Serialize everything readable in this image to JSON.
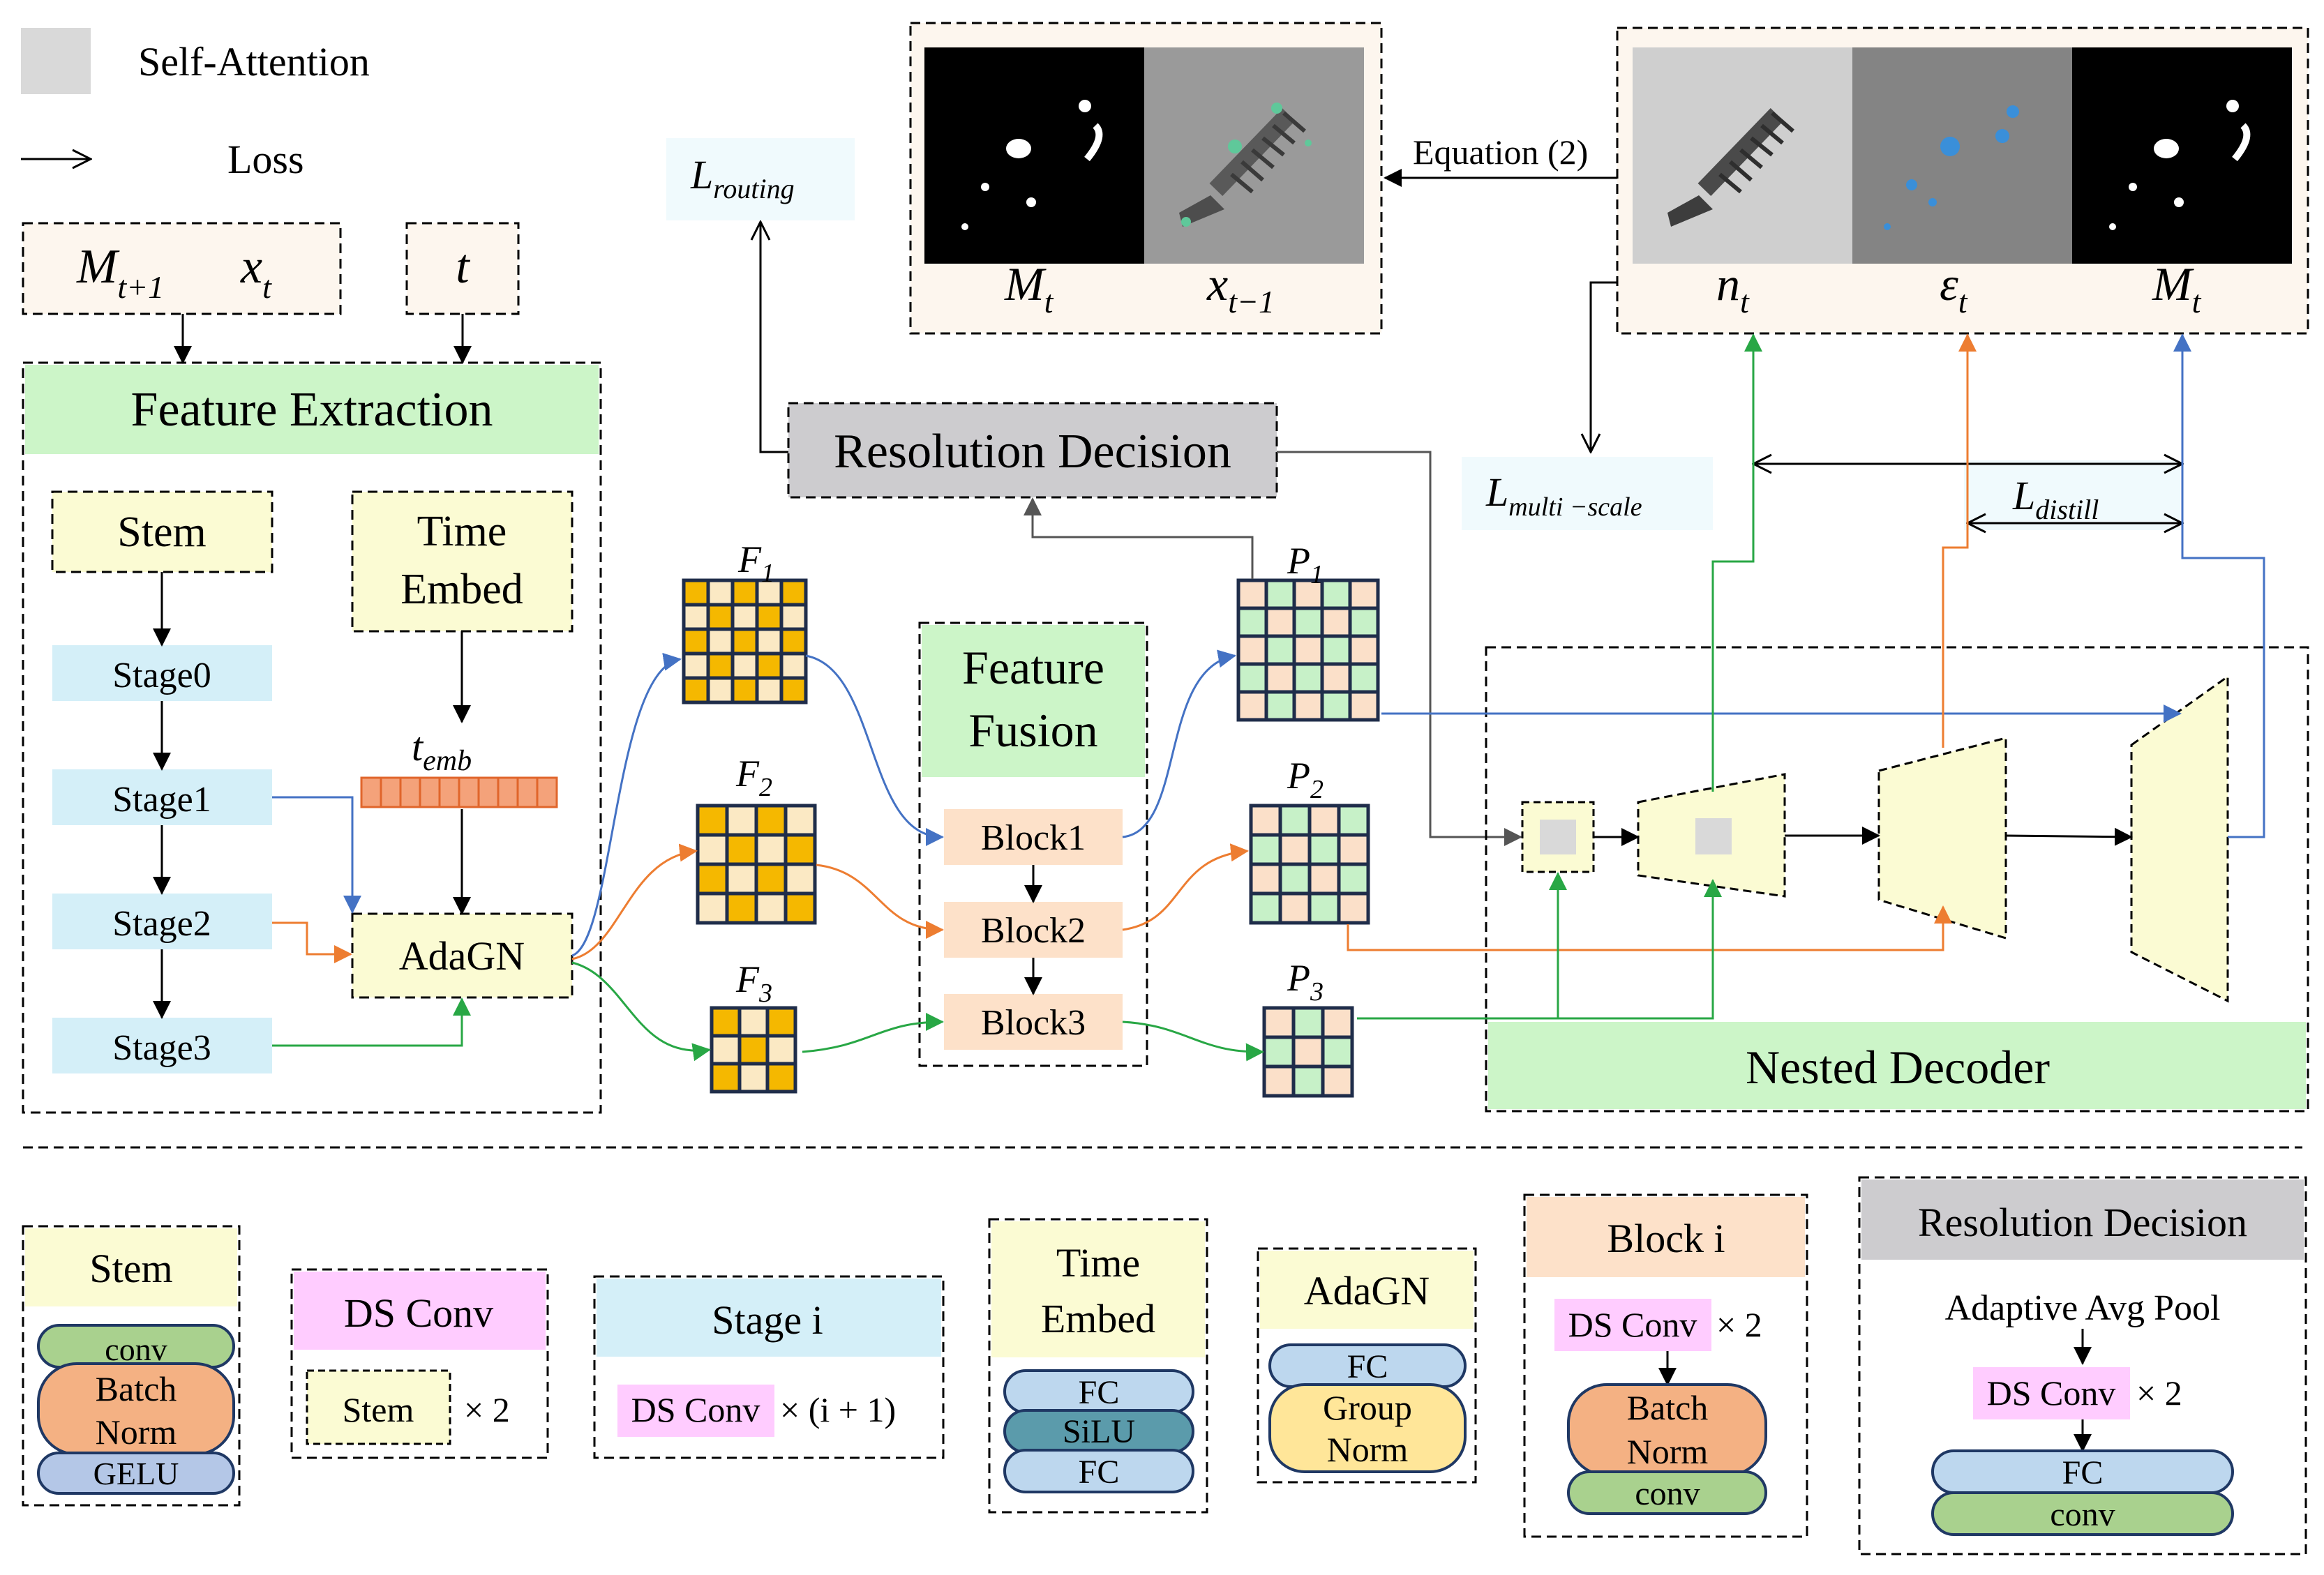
{
  "legend": {
    "self_attention": "Self-Attention",
    "loss": "Loss"
  },
  "inputs": {
    "m_t1": "M",
    "m_t1_sub": "t+1",
    "x_t": "x",
    "x_t_sub": "t",
    "t": "t"
  },
  "feature_extraction": {
    "title": "Feature Extraction",
    "stem": "Stem",
    "time_embed_1": "Time",
    "time_embed_2": "Embed",
    "stages": [
      "Stage0",
      "Stage1",
      "Stage2",
      "Stage3"
    ],
    "t_emb": "t",
    "t_emb_sub": "emb",
    "adagn": "AdaGN"
  },
  "features": {
    "f1": "F",
    "f1_sub": "1",
    "f2": "F",
    "f2_sub": "2",
    "f3": "F",
    "f3_sub": "3"
  },
  "fusion": {
    "title_1": "Feature",
    "title_2": "Fusion",
    "blocks": [
      "Block1",
      "Block2",
      "Block3"
    ]
  },
  "pyramid": {
    "p1": "P",
    "p1_sub": "1",
    "p2": "P",
    "p2_sub": "2",
    "p3": "P",
    "p3_sub": "3"
  },
  "resolution_decision": "Resolution Decision",
  "losses": {
    "routing": "L",
    "routing_sub": "routing",
    "multi": "L",
    "multi_sub": "multi −scale",
    "distill": "L",
    "distill_sub": "distill"
  },
  "equation": "Equation (2)",
  "outputs_left": {
    "m_t": "M",
    "m_t_sub": "t",
    "x_prev": "x",
    "x_prev_sub": "t−1"
  },
  "outputs_right": {
    "n_t": "n",
    "n_t_sub": "t",
    "eps_t": "ε",
    "eps_t_sub": "t",
    "m_t": "M",
    "m_t_sub": "t"
  },
  "decoder_title": "Nested Decoder",
  "bottom": {
    "stem": {
      "title": "Stem",
      "layers": [
        "conv",
        "Batch",
        "Norm",
        "GELU"
      ]
    },
    "ds_conv": {
      "title": "DS Conv",
      "inner": "Stem",
      "mult": "× 2"
    },
    "stage_i": {
      "title": "Stage i",
      "inner": "DS Conv",
      "mult": "× (i + 1)"
    },
    "time_embed": {
      "title_1": "Time",
      "title_2": "Embed",
      "layers": [
        "FC",
        "SiLU",
        "FC"
      ]
    },
    "adagn": {
      "title": "AdaGN",
      "layers": [
        "FC",
        "Group",
        "Norm"
      ]
    },
    "block_i": {
      "title": "Block i",
      "inner": "DS Conv",
      "mult": "× 2",
      "layers": [
        "Batch",
        "Norm",
        "conv"
      ]
    },
    "res_dec": {
      "title": "Resolution Decision",
      "pool": "Adaptive Avg Pool",
      "inner": "DS Conv",
      "mult": "× 2",
      "layers": [
        "FC",
        "conv"
      ]
    }
  },
  "colors": {
    "green_header": "#ccf5c8",
    "yellow_box": "#fbfbd3",
    "stage_blue": "#d4eff8",
    "peach": "#fde1c9",
    "pink": "#ffccff",
    "gray_header": "#cdcccf",
    "arrow_blue": "#4472c4",
    "arrow_orange": "#ed7d31",
    "arrow_green": "#28a745",
    "gold": "#f5b800"
  }
}
